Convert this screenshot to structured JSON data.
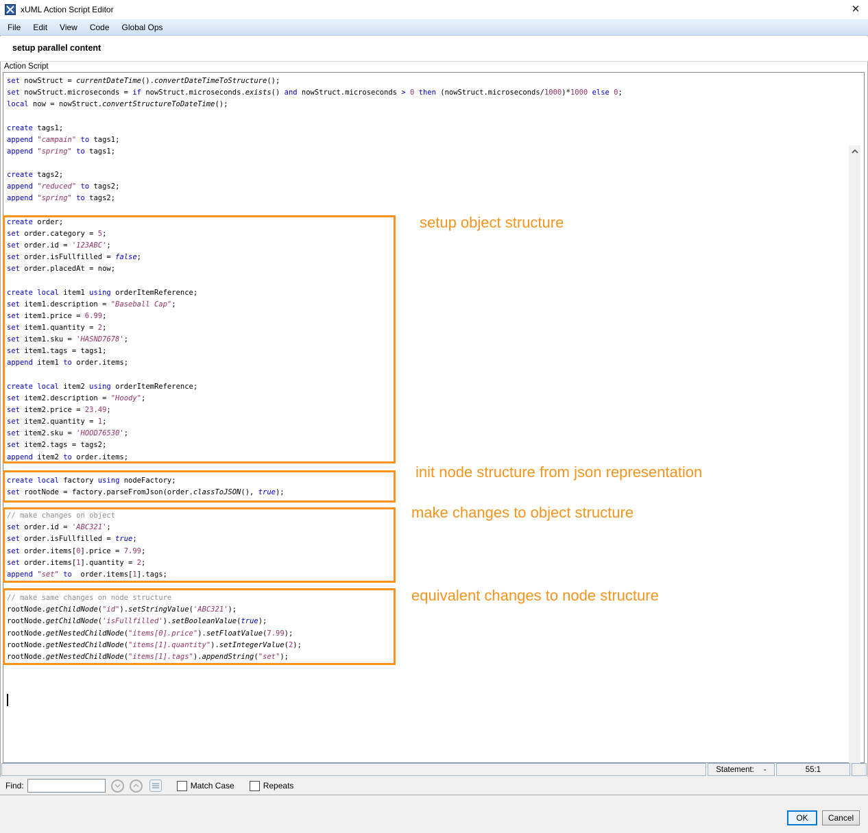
{
  "window": {
    "title": "xUML Action Script Editor",
    "close_glyph": "✕"
  },
  "menu": {
    "items": [
      "File",
      "Edit",
      "View",
      "Code",
      "Global Ops"
    ]
  },
  "header": {
    "title": "setup parallel content"
  },
  "editor": {
    "panel_label": "Action Script",
    "lines": [
      [
        [
          "k",
          "set"
        ],
        [
          "p",
          " nowStruct = "
        ],
        [
          "m",
          "currentDateTime"
        ],
        [
          "p",
          "()."
        ],
        [
          "m",
          "convertDateTimeToStructure"
        ],
        [
          "p",
          "();"
        ]
      ],
      [
        [
          "k",
          "set"
        ],
        [
          "p",
          " nowStruct.microseconds = "
        ],
        [
          "k",
          "if"
        ],
        [
          "p",
          " nowStruct.microseconds."
        ],
        [
          "m",
          "exists"
        ],
        [
          "p",
          "() "
        ],
        [
          "k",
          "and"
        ],
        [
          "p",
          " nowStruct.microseconds "
        ],
        [
          "k",
          ">"
        ],
        [
          "p",
          " "
        ],
        [
          "n",
          "0"
        ],
        [
          "p",
          " "
        ],
        [
          "k",
          "then"
        ],
        [
          "p",
          " (nowStruct.microseconds/"
        ],
        [
          "n",
          "1000"
        ],
        [
          "p",
          ")*"
        ],
        [
          "n",
          "1000"
        ],
        [
          "p",
          " "
        ],
        [
          "k",
          "else"
        ],
        [
          "p",
          " "
        ],
        [
          "n",
          "0"
        ],
        [
          "p",
          ";"
        ]
      ],
      [
        [
          "k",
          "local"
        ],
        [
          "p",
          " now = nowStruct."
        ],
        [
          "m",
          "convertStructureToDateTime"
        ],
        [
          "p",
          "();"
        ]
      ],
      [],
      [
        [
          "k",
          "create"
        ],
        [
          "p",
          " tags1;"
        ]
      ],
      [
        [
          "k",
          "append"
        ],
        [
          "p",
          " "
        ],
        [
          "s",
          "\"campain\""
        ],
        [
          "p",
          " "
        ],
        [
          "k",
          "to"
        ],
        [
          "p",
          " tags1;"
        ]
      ],
      [
        [
          "k",
          "append"
        ],
        [
          "p",
          " "
        ],
        [
          "s",
          "\"spring\""
        ],
        [
          "p",
          " "
        ],
        [
          "k",
          "to"
        ],
        [
          "p",
          " tags1;"
        ]
      ],
      [],
      [
        [
          "k",
          "create"
        ],
        [
          "p",
          " tags2;"
        ]
      ],
      [
        [
          "k",
          "append"
        ],
        [
          "p",
          " "
        ],
        [
          "s",
          "\"reduced\""
        ],
        [
          "p",
          " "
        ],
        [
          "k",
          "to"
        ],
        [
          "p",
          " tags2;"
        ]
      ],
      [
        [
          "k",
          "append"
        ],
        [
          "p",
          " "
        ],
        [
          "s",
          "\"spring\""
        ],
        [
          "p",
          " "
        ],
        [
          "k",
          "to"
        ],
        [
          "p",
          " tags2;"
        ]
      ],
      [],
      [
        [
          "k",
          "create"
        ],
        [
          "p",
          " order;"
        ]
      ],
      [
        [
          "k",
          "set"
        ],
        [
          "p",
          " order.category = "
        ],
        [
          "n",
          "5"
        ],
        [
          "p",
          ";"
        ]
      ],
      [
        [
          "k",
          "set"
        ],
        [
          "p",
          " order.id = "
        ],
        [
          "s",
          "'123ABC'"
        ],
        [
          "p",
          ";"
        ]
      ],
      [
        [
          "k",
          "set"
        ],
        [
          "p",
          " order.isFullfilled = "
        ],
        [
          "ki",
          "false"
        ],
        [
          "p",
          ";"
        ]
      ],
      [
        [
          "k",
          "set"
        ],
        [
          "p",
          " order.placedAt = now;"
        ]
      ],
      [],
      [
        [
          "k",
          "create"
        ],
        [
          "p",
          " "
        ],
        [
          "k",
          "local"
        ],
        [
          "p",
          " item1 "
        ],
        [
          "k",
          "using"
        ],
        [
          "p",
          " orderItemReference;"
        ]
      ],
      [
        [
          "k",
          "set"
        ],
        [
          "p",
          " item1.description = "
        ],
        [
          "s",
          "\"Baseball Cap\""
        ],
        [
          "p",
          ";"
        ]
      ],
      [
        [
          "k",
          "set"
        ],
        [
          "p",
          " item1.price = "
        ],
        [
          "n",
          "6.99"
        ],
        [
          "p",
          ";"
        ]
      ],
      [
        [
          "k",
          "set"
        ],
        [
          "p",
          " item1.quantity = "
        ],
        [
          "n",
          "2"
        ],
        [
          "p",
          ";"
        ]
      ],
      [
        [
          "k",
          "set"
        ],
        [
          "p",
          " item1.sku = "
        ],
        [
          "s",
          "'HASND7678'"
        ],
        [
          "p",
          ";"
        ]
      ],
      [
        [
          "k",
          "set"
        ],
        [
          "p",
          " item1.tags = tags1;"
        ]
      ],
      [
        [
          "k",
          "append"
        ],
        [
          "p",
          " item1 "
        ],
        [
          "k",
          "to"
        ],
        [
          "p",
          " order.items;"
        ]
      ],
      [],
      [
        [
          "k",
          "create"
        ],
        [
          "p",
          " "
        ],
        [
          "k",
          "local"
        ],
        [
          "p",
          " item2 "
        ],
        [
          "k",
          "using"
        ],
        [
          "p",
          " orderItemReference;"
        ]
      ],
      [
        [
          "k",
          "set"
        ],
        [
          "p",
          " item2.description = "
        ],
        [
          "s",
          "\"Hoody\""
        ],
        [
          "p",
          ";"
        ]
      ],
      [
        [
          "k",
          "set"
        ],
        [
          "p",
          " item2.price = "
        ],
        [
          "n",
          "23.49"
        ],
        [
          "p",
          ";"
        ]
      ],
      [
        [
          "k",
          "set"
        ],
        [
          "p",
          " item2.quantity = "
        ],
        [
          "n",
          "1"
        ],
        [
          "p",
          ";"
        ]
      ],
      [
        [
          "k",
          "set"
        ],
        [
          "p",
          " item2.sku = "
        ],
        [
          "s",
          "'HOOD76530'"
        ],
        [
          "p",
          ";"
        ]
      ],
      [
        [
          "k",
          "set"
        ],
        [
          "p",
          " item2.tags = tags2;"
        ]
      ],
      [
        [
          "k",
          "append"
        ],
        [
          "p",
          " item2 "
        ],
        [
          "k",
          "to"
        ],
        [
          "p",
          " order.items;"
        ]
      ],
      [],
      [
        [
          "k",
          "create"
        ],
        [
          "p",
          " "
        ],
        [
          "k",
          "local"
        ],
        [
          "p",
          " factory "
        ],
        [
          "k",
          "using"
        ],
        [
          "p",
          " nodeFactory;"
        ]
      ],
      [
        [
          "k",
          "set"
        ],
        [
          "p",
          " rootNode = factory.parseFromJson(order."
        ],
        [
          "m",
          "classToJSON"
        ],
        [
          "p",
          "(), "
        ],
        [
          "ki",
          "true"
        ],
        [
          "p",
          ");"
        ]
      ],
      [],
      [
        [
          "c",
          "// make changes on object"
        ]
      ],
      [
        [
          "k",
          "set"
        ],
        [
          "p",
          " order.id = "
        ],
        [
          "s",
          "'ABC321'"
        ],
        [
          "p",
          ";"
        ]
      ],
      [
        [
          "k",
          "set"
        ],
        [
          "p",
          " order.isFullfilled = "
        ],
        [
          "ki",
          "true"
        ],
        [
          "p",
          ";"
        ]
      ],
      [
        [
          "k",
          "set"
        ],
        [
          "p",
          " order.items["
        ],
        [
          "n",
          "0"
        ],
        [
          "p",
          "].price = "
        ],
        [
          "n",
          "7.99"
        ],
        [
          "p",
          ";"
        ]
      ],
      [
        [
          "k",
          "set"
        ],
        [
          "p",
          " order.items["
        ],
        [
          "n",
          "1"
        ],
        [
          "p",
          "].quantity = "
        ],
        [
          "n",
          "2"
        ],
        [
          "p",
          ";"
        ]
      ],
      [
        [
          "k",
          "append"
        ],
        [
          "p",
          " "
        ],
        [
          "s",
          "\"set\""
        ],
        [
          "p",
          " "
        ],
        [
          "k",
          "to"
        ],
        [
          "p",
          "  order.items["
        ],
        [
          "n",
          "1"
        ],
        [
          "p",
          "].tags;"
        ]
      ],
      [],
      [
        [
          "c",
          "// make same changes on node structure"
        ]
      ],
      [
        [
          "p",
          "rootNode."
        ],
        [
          "m",
          "getChildNode"
        ],
        [
          "p",
          "("
        ],
        [
          "s",
          "\"id\""
        ],
        [
          "p",
          ")."
        ],
        [
          "m",
          "setStringValue"
        ],
        [
          "p",
          "("
        ],
        [
          "s",
          "'ABC321'"
        ],
        [
          "p",
          ");"
        ]
      ],
      [
        [
          "p",
          "rootNode."
        ],
        [
          "m",
          "getChildNode"
        ],
        [
          "p",
          "("
        ],
        [
          "s",
          "'isFullfilled'"
        ],
        [
          "p",
          ")."
        ],
        [
          "m",
          "setBooleanValue"
        ],
        [
          "p",
          "("
        ],
        [
          "ki",
          "true"
        ],
        [
          "p",
          ");"
        ]
      ],
      [
        [
          "p",
          "rootNode."
        ],
        [
          "m",
          "getNestedChildNode"
        ],
        [
          "p",
          "("
        ],
        [
          "s",
          "\"items[0].price\""
        ],
        [
          "p",
          ")."
        ],
        [
          "m",
          "setFloatValue"
        ],
        [
          "p",
          "("
        ],
        [
          "n",
          "7.99"
        ],
        [
          "p",
          ");"
        ]
      ],
      [
        [
          "p",
          "rootNode."
        ],
        [
          "m",
          "getNestedChildNode"
        ],
        [
          "p",
          "("
        ],
        [
          "s",
          "\"items[1].quantity\""
        ],
        [
          "p",
          ")."
        ],
        [
          "m",
          "setIntegerValue"
        ],
        [
          "p",
          "("
        ],
        [
          "n",
          "2"
        ],
        [
          "p",
          ");"
        ]
      ],
      [
        [
          "p",
          "rootNode."
        ],
        [
          "m",
          "getNestedChildNode"
        ],
        [
          "p",
          "("
        ],
        [
          "s",
          "\"items[1].tags\""
        ],
        [
          "p",
          ")."
        ],
        [
          "m",
          "appendString"
        ],
        [
          "p",
          "("
        ],
        [
          "s",
          "\"set\""
        ],
        [
          "p",
          ");"
        ]
      ]
    ]
  },
  "annotations": [
    {
      "text": "setup object structure"
    },
    {
      "text": "init node structure from json representation"
    },
    {
      "text": "make changes to object structure"
    },
    {
      "text": "equivalent changes to node structure"
    }
  ],
  "colors": {
    "accent_orange": "#f7941d",
    "keyword_blue": "#0000cd",
    "literal_maroon": "#993366",
    "comment_gray": "#8f8f8f",
    "menubar_blue": "#d9e8f8"
  },
  "statusbar": {
    "statement_label": "Statement:",
    "statement_value": "-",
    "cursor_position": "55:1"
  },
  "findbar": {
    "label": "Find:",
    "input_value": "",
    "match_case_label": "Match Case",
    "repeats_label": "Repeats"
  },
  "footer": {
    "ok_label": "OK",
    "cancel_label": "Cancel"
  }
}
